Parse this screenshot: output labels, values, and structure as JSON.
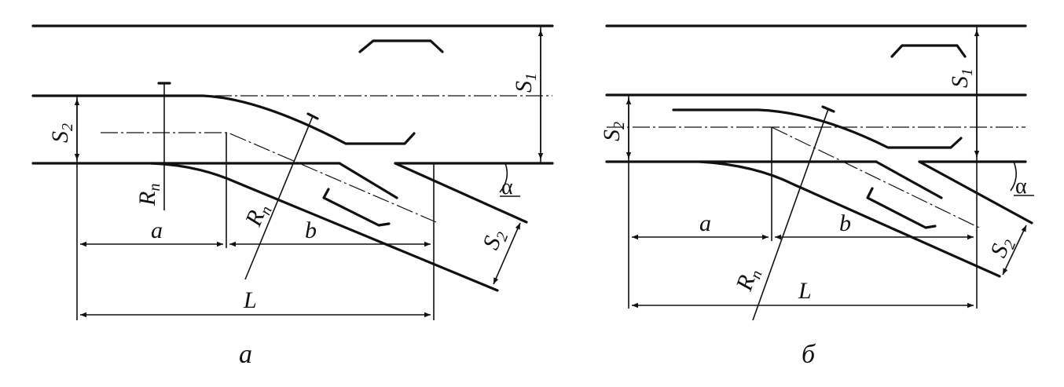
{
  "labels": {
    "s": "S",
    "s1_sub": "1",
    "s2_sub": "2",
    "r": "R",
    "r_sub": "п",
    "a": "a",
    "b": "b",
    "l": "L",
    "alpha": "α"
  },
  "captions": {
    "left": "а",
    "right": "б"
  }
}
